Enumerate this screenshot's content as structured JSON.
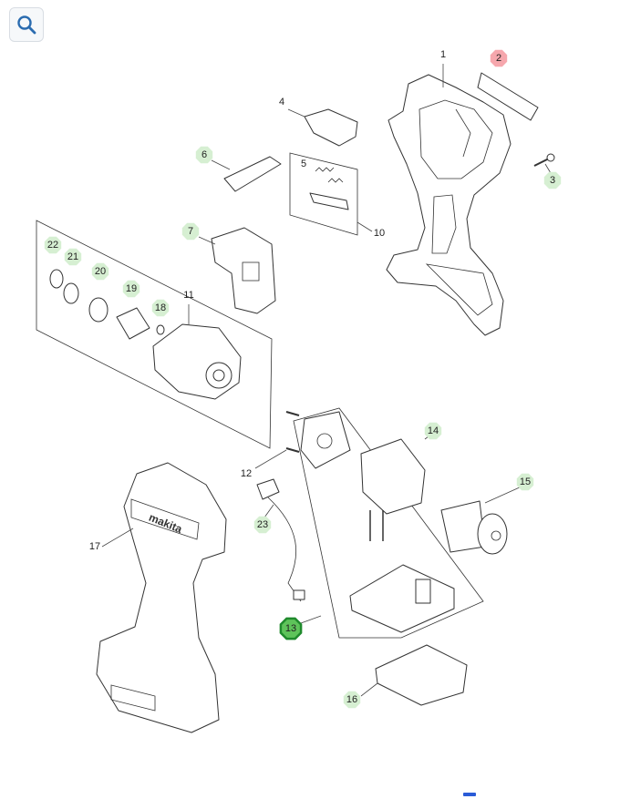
{
  "toolbar": {
    "search_icon": "search-icon"
  },
  "colors": {
    "badge_default": "#d6efd2",
    "badge_selected_fill": "#5ec35a",
    "badge_selected_stroke": "#1f8a2c",
    "badge_highlight": "#f6a7ad"
  },
  "parts": [
    {
      "id": "1",
      "style": "plain"
    },
    {
      "id": "2",
      "style": "highlight"
    },
    {
      "id": "3",
      "style": "badge"
    },
    {
      "id": "4",
      "style": "plain"
    },
    {
      "id": "5",
      "style": "plain"
    },
    {
      "id": "6",
      "style": "badge"
    },
    {
      "id": "7",
      "style": "badge"
    },
    {
      "id": "10",
      "style": "plain"
    },
    {
      "id": "11",
      "style": "plain"
    },
    {
      "id": "12",
      "style": "plain"
    },
    {
      "id": "13",
      "style": "selected"
    },
    {
      "id": "14",
      "style": "badge"
    },
    {
      "id": "15",
      "style": "badge"
    },
    {
      "id": "16",
      "style": "badge"
    },
    {
      "id": "17",
      "style": "plain"
    },
    {
      "id": "18",
      "style": "badge"
    },
    {
      "id": "19",
      "style": "badge"
    },
    {
      "id": "20",
      "style": "badge"
    },
    {
      "id": "21",
      "style": "badge"
    },
    {
      "id": "22",
      "style": "badge"
    },
    {
      "id": "23",
      "style": "badge"
    }
  ],
  "housing_logo": "makita"
}
